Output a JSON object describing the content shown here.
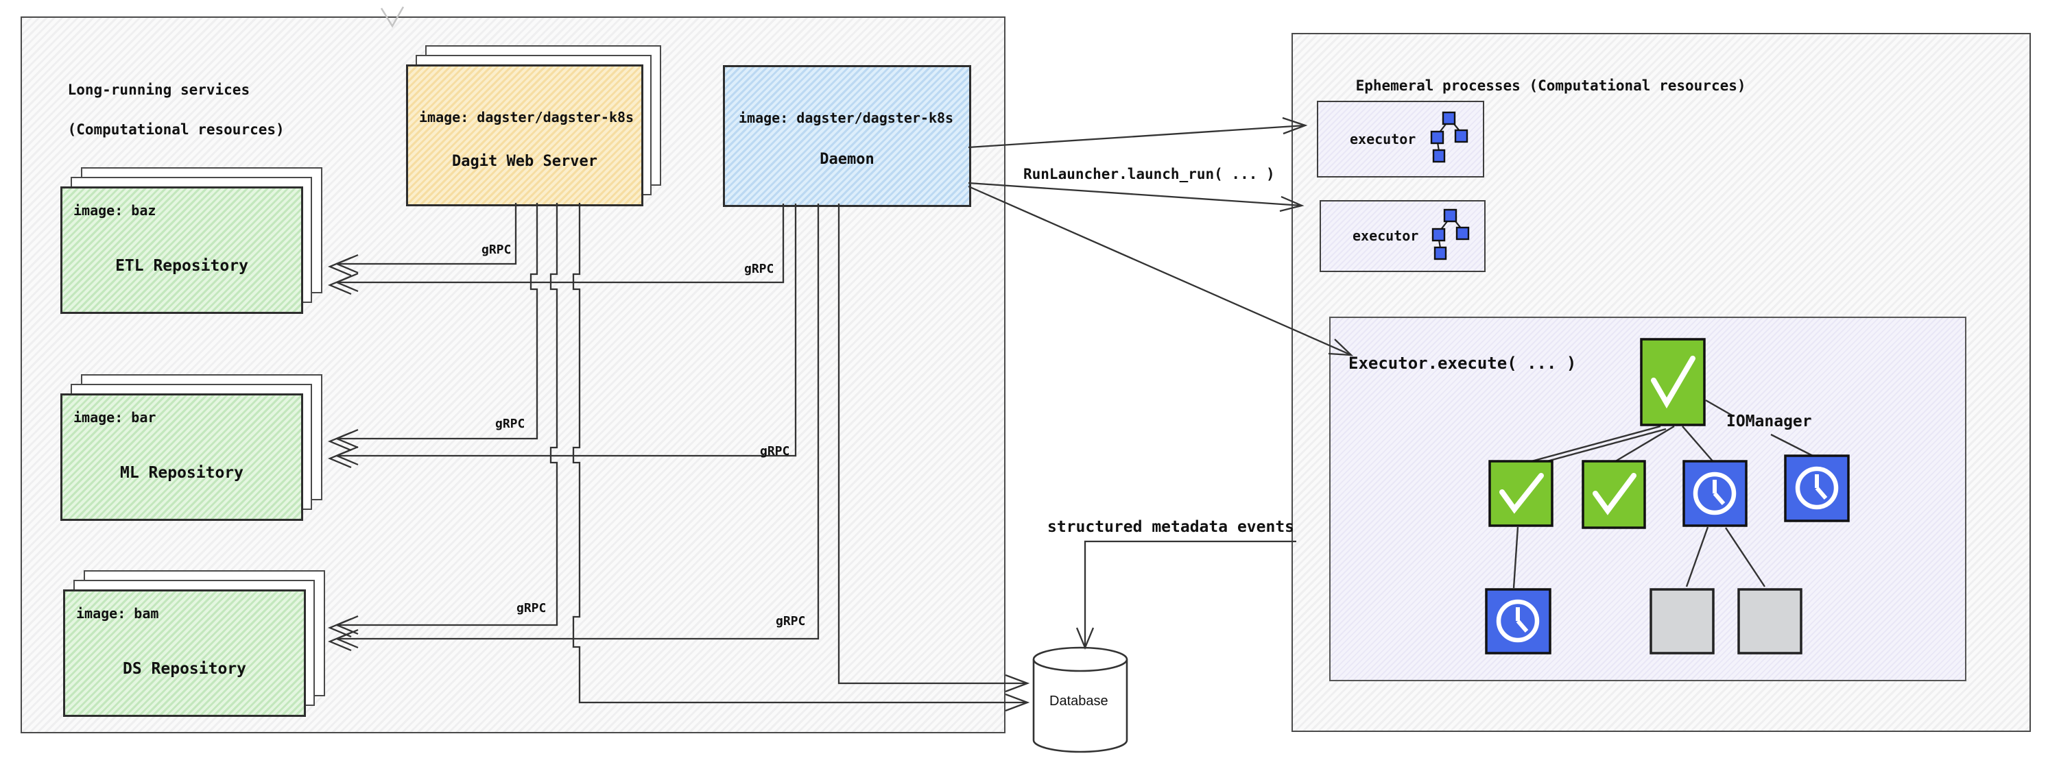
{
  "left_container": {
    "title_line1": "Long-running services",
    "title_line2": "(Computational resources)"
  },
  "right_container": {
    "title": "Ephemeral processes (Computational resources)"
  },
  "dagit": {
    "image_label": "image: dagster/dagster-k8s",
    "title": "Dagit Web Server"
  },
  "daemon": {
    "image_label": "image: dagster/dagster-k8s",
    "title": "Daemon"
  },
  "repos": [
    {
      "image_label": "image: baz",
      "title": "ETL Repository"
    },
    {
      "image_label": "image: bar",
      "title": "ML Repository"
    },
    {
      "image_label": "image: bam",
      "title": "DS Repository"
    }
  ],
  "executors": [
    {
      "label": "executor"
    },
    {
      "label": "executor"
    }
  ],
  "execute_panel": {
    "title": "Executor.execute( ... )",
    "iomanager_label": "IOManager",
    "dag_nodes": [
      {
        "id": "root",
        "status": "success"
      },
      {
        "id": "n1",
        "status": "success"
      },
      {
        "id": "n2",
        "status": "success"
      },
      {
        "id": "n3",
        "status": "waiting"
      },
      {
        "id": "n4",
        "status": "waiting"
      },
      {
        "id": "n5",
        "status": "waiting"
      },
      {
        "id": "n6",
        "status": "not-started"
      },
      {
        "id": "n7",
        "status": "not-started"
      }
    ]
  },
  "labels": {
    "run_launcher": "RunLauncher.launch_run( ... )",
    "metadata_events": "structured metadata events",
    "grpc": "gRPC",
    "database": "Database"
  },
  "colors": {
    "success_node": "#7cc62f",
    "waiting_node": "#4468e8",
    "not_started_node": "#d4d6d8",
    "dagit_fill": "#f8e2ab",
    "daemon_fill": "#c5dff5",
    "repo_fill": "#c9ecc4",
    "executor_fill": "#edecf9",
    "line": "#333333"
  }
}
